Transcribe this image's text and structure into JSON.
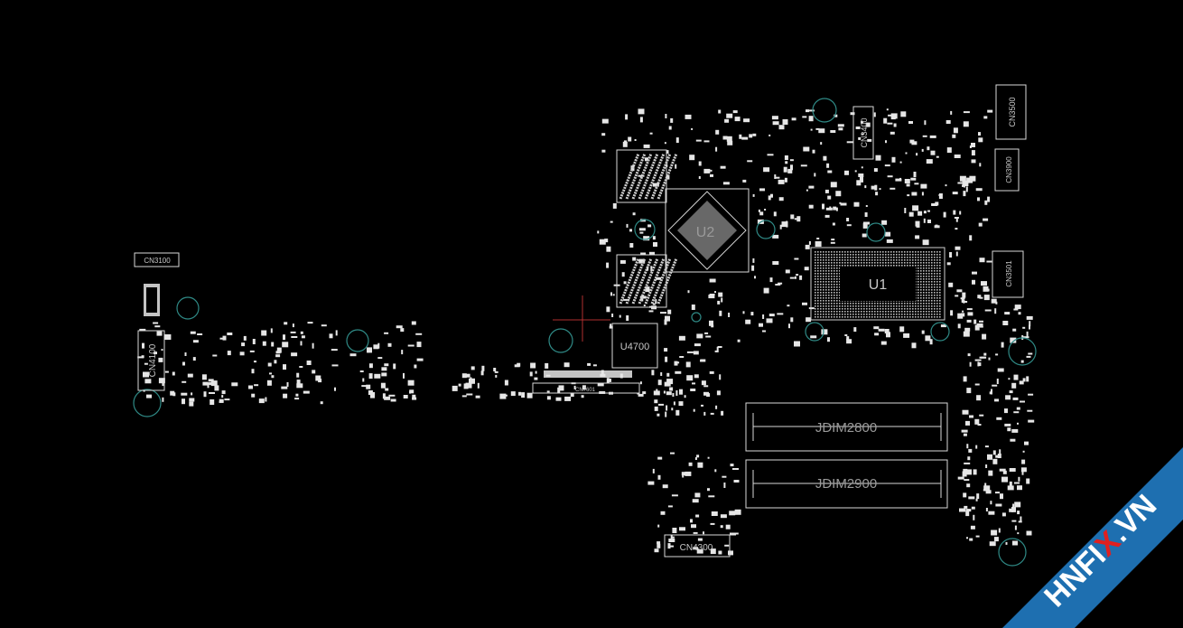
{
  "board": {
    "background": "#000000",
    "trace_color": "#e6e6e6",
    "hole_color": "#2f8a86",
    "components": {
      "cn3100": "CN3100",
      "cn4100": "CN4100",
      "cn3400": "CN3400",
      "cn3500": "CN3500",
      "cn3900": "CN3900",
      "cn3501": "CN3501",
      "u2": "U2",
      "u1": "U1",
      "u4700": "U4700",
      "cn7601": "CN7601",
      "jdim2800": "JDIM2800",
      "jdim2900": "JDIM2900",
      "cn4300": "CN4300"
    }
  },
  "watermark": {
    "text_before": "HNFI",
    "text_accent": "X",
    "text_after": ".VN",
    "band_color": "#1e6fb0",
    "accent_color": "#e02020"
  }
}
